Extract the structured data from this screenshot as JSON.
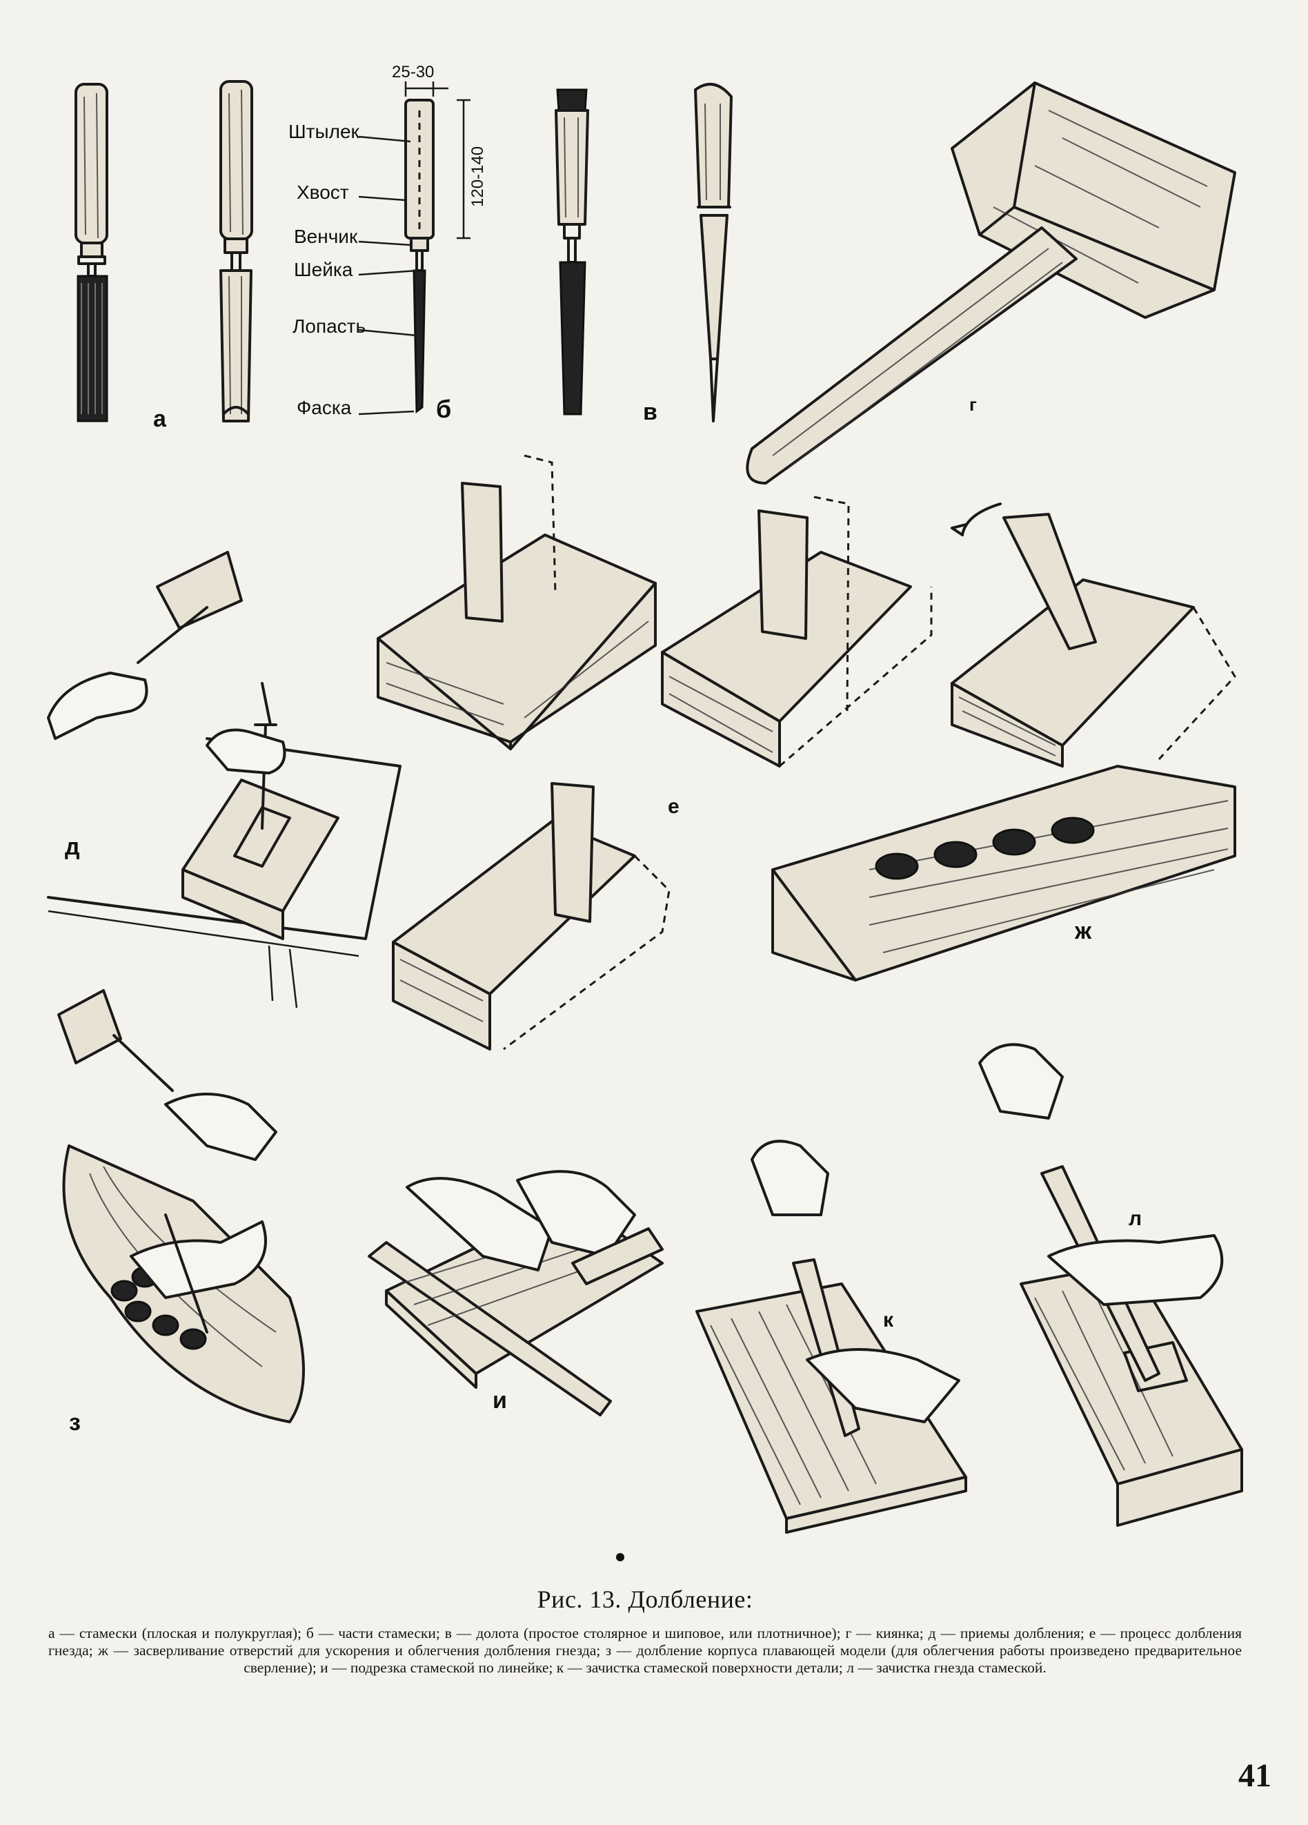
{
  "figure": {
    "panel_labels": {
      "a": "а",
      "b": "б",
      "v": "в",
      "g": "г",
      "d": "д",
      "e": "е",
      "zh": "ж",
      "z": "з",
      "i": "и",
      "k": "к",
      "l": "л"
    },
    "chisel_parts": {
      "shtylek": "Штылек",
      "khvost": "Хвост",
      "venchik": "Венчик",
      "sheika": "Шейка",
      "lopast": "Лопасть",
      "faska": "Фаска"
    },
    "dimensions": {
      "width": "25-30",
      "length": "120-140"
    }
  },
  "caption": {
    "title": "Рис. 13. Долбление:",
    "legend": "а — стамески (плоская и полукруглая); б — части стамески; в — долота (простое столярное и шиповое, или плотничное); г — киянка; д — приемы долбления; е — процесс долбления гнезда; ж — засверливание отверстий для ускорения и облегчения долбления гнезда; з — долбление корпуса плавающей модели (для облегчения работы произведено предварительное сверление); и — подрезка стамеской по линейке; к — зачистка стамеской поверхности детали; л — зачистка гнезда стамеской."
  },
  "page_number": "41"
}
